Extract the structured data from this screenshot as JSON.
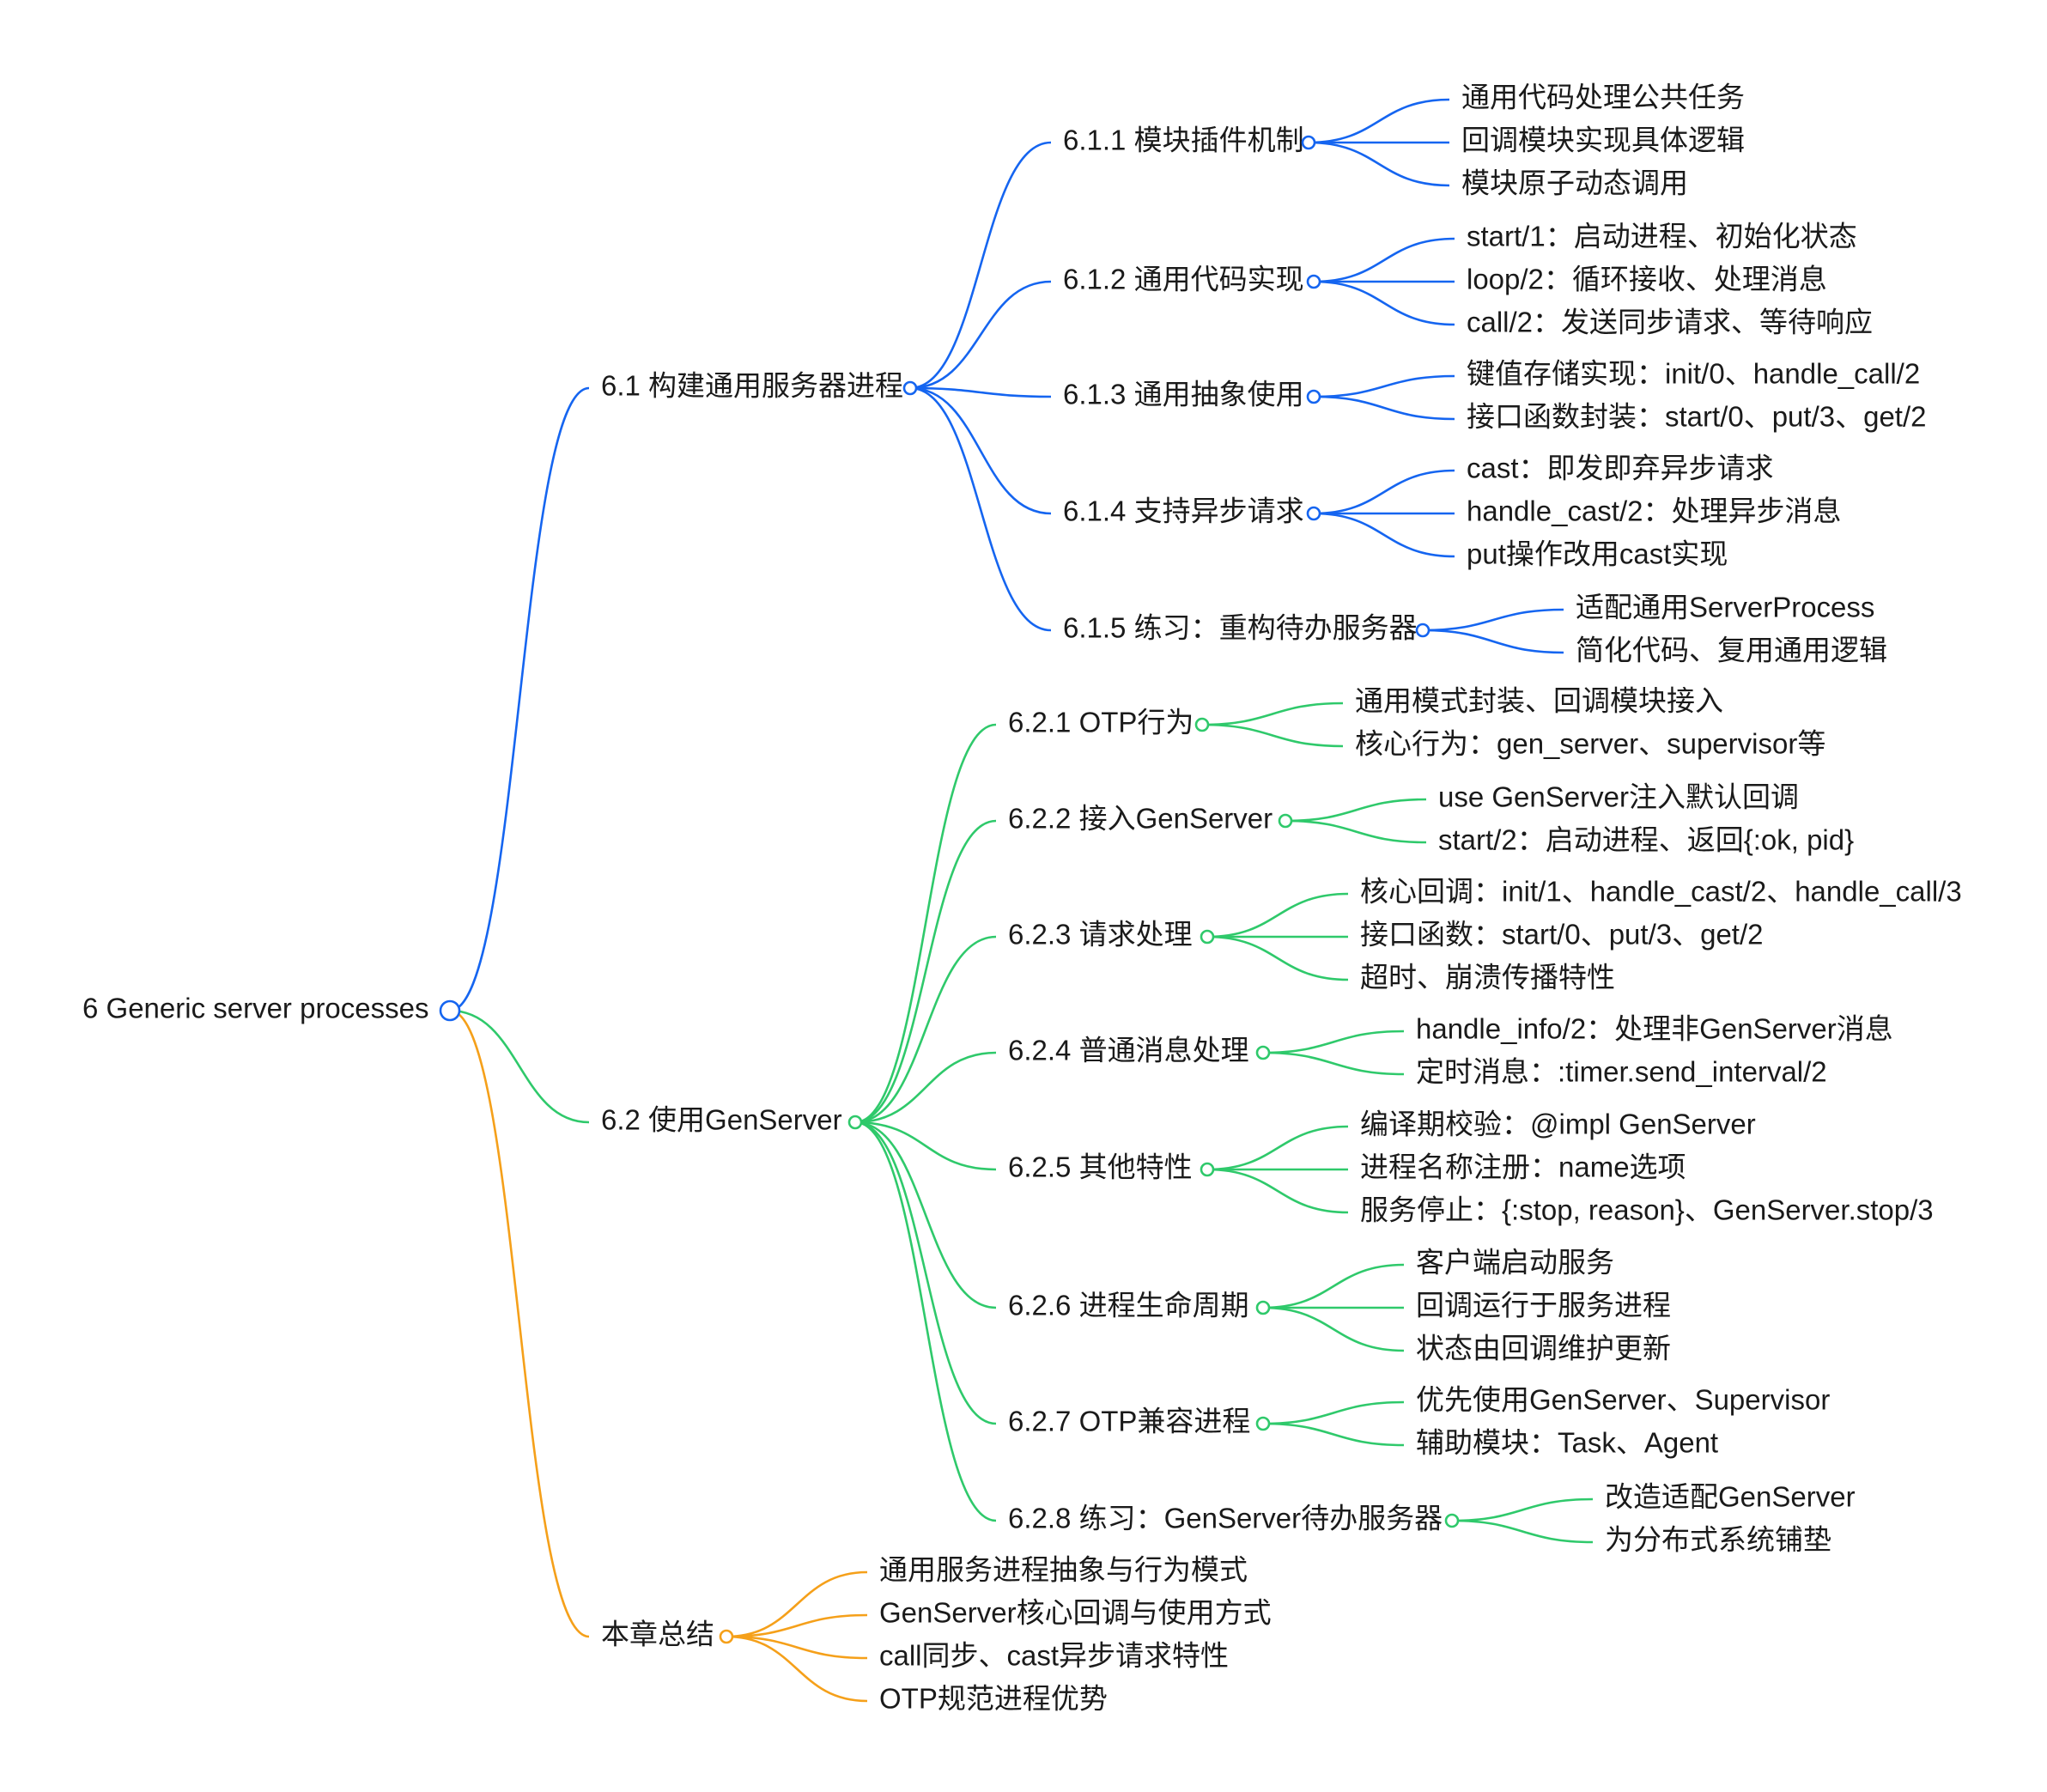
{
  "colors": {
    "root": "#1565f0",
    "sections": [
      "#1565f0",
      "#2fc96b",
      "#f5a01a"
    ]
  },
  "root": {
    "label": "6 Generic server processes",
    "children": [
      {
        "label": "6.1 构建通用服务器进程",
        "children": [
          {
            "label": "6.1.1 模块插件机制",
            "children": [
              {
                "label": "通用代码处理公共任务"
              },
              {
                "label": "回调模块实现具体逻辑"
              },
              {
                "label": "模块原子动态调用"
              }
            ]
          },
          {
            "label": "6.1.2 通用代码实现",
            "children": [
              {
                "label": "start/1：启动进程、初始化状态"
              },
              {
                "label": "loop/2：循环接收、处理消息"
              },
              {
                "label": "call/2：发送同步请求、等待响应"
              }
            ]
          },
          {
            "label": "6.1.3 通用抽象使用",
            "children": [
              {
                "label": "键值存储实现：init/0、handle_call/2"
              },
              {
                "label": "接口函数封装：start/0、put/3、get/2"
              }
            ]
          },
          {
            "label": "6.1.4 支持异步请求",
            "children": [
              {
                "label": "cast：即发即弃异步请求"
              },
              {
                "label": "handle_cast/2：处理异步消息"
              },
              {
                "label": "put操作改用cast实现"
              }
            ]
          },
          {
            "label": "6.1.5 练习：重构待办服务器",
            "children": [
              {
                "label": "适配通用ServerProcess"
              },
              {
                "label": "简化代码、复用通用逻辑"
              }
            ]
          }
        ]
      },
      {
        "label": "6.2 使用GenServer",
        "children": [
          {
            "label": "6.2.1 OTP行为",
            "children": [
              {
                "label": "通用模式封装、回调模块接入"
              },
              {
                "label": "核心行为：gen_server、supervisor等"
              }
            ]
          },
          {
            "label": "6.2.2 接入GenServer",
            "children": [
              {
                "label": "use GenServer注入默认回调"
              },
              {
                "label": "start/2：启动进程、返回{:ok, pid}"
              }
            ]
          },
          {
            "label": "6.2.3 请求处理",
            "children": [
              {
                "label": "核心回调：init/1、handle_cast/2、handle_call/3"
              },
              {
                "label": "接口函数：start/0、put/3、get/2"
              },
              {
                "label": "超时、崩溃传播特性"
              }
            ]
          },
          {
            "label": "6.2.4 普通消息处理",
            "children": [
              {
                "label": "handle_info/2：处理非GenServer消息"
              },
              {
                "label": "定时消息：:timer.send_interval/2"
              }
            ]
          },
          {
            "label": "6.2.5 其他特性",
            "children": [
              {
                "label": "编译期校验：@impl GenServer"
              },
              {
                "label": "进程名称注册：name选项"
              },
              {
                "label": "服务停止：{:stop, reason}、GenServer.stop/3"
              }
            ]
          },
          {
            "label": "6.2.6 进程生命周期",
            "children": [
              {
                "label": "客户端启动服务"
              },
              {
                "label": "回调运行于服务进程"
              },
              {
                "label": "状态由回调维护更新"
              }
            ]
          },
          {
            "label": "6.2.7 OTP兼容进程",
            "children": [
              {
                "label": "优先使用GenServer、Supervisor"
              },
              {
                "label": "辅助模块：Task、Agent"
              }
            ]
          },
          {
            "label": "6.2.8 练习：GenServer待办服务器",
            "children": [
              {
                "label": "改造适配GenServer"
              },
              {
                "label": "为分布式系统铺垫"
              }
            ]
          }
        ]
      },
      {
        "label": "本章总结",
        "children": [
          {
            "label": "通用服务进程抽象与行为模式"
          },
          {
            "label": "GenServer核心回调与使用方式"
          },
          {
            "label": "call同步、cast异步请求特性"
          },
          {
            "label": "OTP规范进程优势"
          }
        ]
      }
    ]
  }
}
